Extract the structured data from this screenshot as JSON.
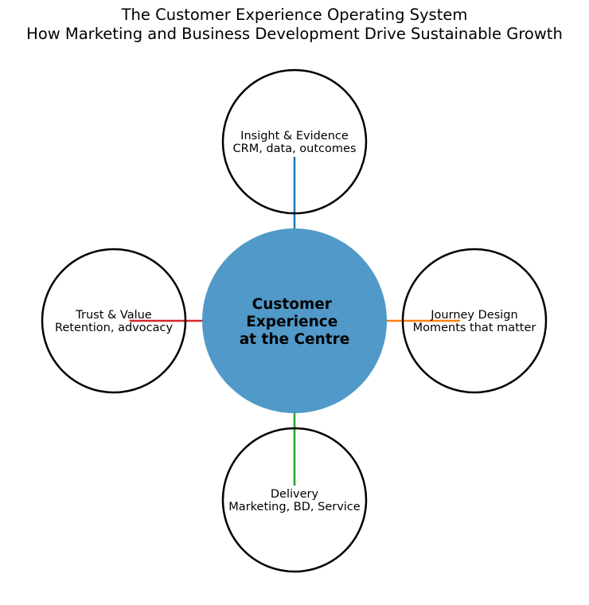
{
  "title": {
    "line1": "The Customer Experience Operating System",
    "line2": "How Marketing and Business Development Drive Sustainable Growth"
  },
  "center": {
    "lines": [
      "Customer",
      "Experience",
      "at the Centre"
    ],
    "fill": "#4c97c7"
  },
  "nodes": [
    {
      "id": "top",
      "title": "Insight & Evidence",
      "subtitle": "CRM, data, outcomes",
      "connector_color": "#1f77b4"
    },
    {
      "id": "right",
      "title": "Journey Design",
      "subtitle": "Moments that matter",
      "connector_color": "#ff7f0e"
    },
    {
      "id": "bottom",
      "title": "Delivery",
      "subtitle": "Marketing, BD, Service",
      "connector_color": "#2ca02c"
    },
    {
      "id": "left",
      "title": "Trust & Value",
      "subtitle": "Retention, advocacy",
      "connector_color": "#d62728"
    }
  ]
}
